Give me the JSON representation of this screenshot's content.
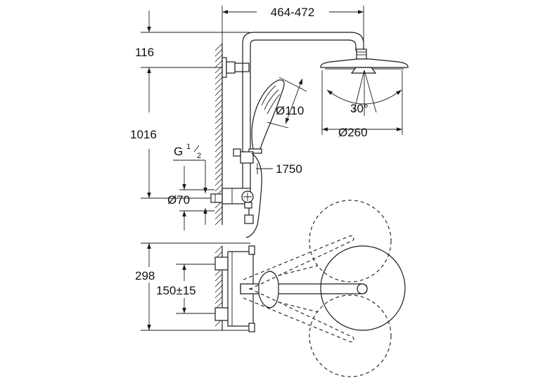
{
  "drawing": {
    "width_label": "464-472",
    "top_offset_label": "116",
    "height_label": "1016",
    "thread_label": "G",
    "thread_sup": "1",
    "thread_sub": "2",
    "flange_label": "Ø70",
    "handshower_label": "Ø110",
    "angle_label": "30°",
    "head_label": "Ø260",
    "total_height_label": "1750",
    "depth_label": "298",
    "centers_label": "150±15"
  },
  "colors": {
    "line": "#1a1a1a",
    "background": "#ffffff"
  }
}
